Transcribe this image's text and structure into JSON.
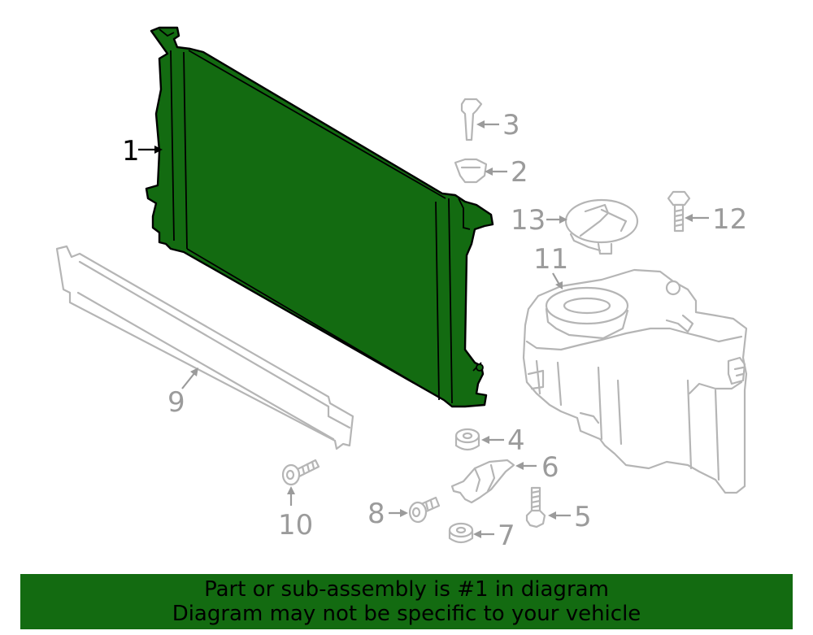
{
  "diagram": {
    "highlight_color": "#136b11",
    "callouts": {
      "c1": "1",
      "c2": "2",
      "c3": "3",
      "c4": "4",
      "c5": "5",
      "c6": "6",
      "c7": "7",
      "c8": "8",
      "c9": "9",
      "c10": "10",
      "c11": "11",
      "c12": "12",
      "c13": "13"
    }
  },
  "banner": {
    "line1": "Part or sub-assembly is #1 in diagram",
    "line2": "Diagram may not be specific to your vehicle",
    "background": "#136b11"
  }
}
